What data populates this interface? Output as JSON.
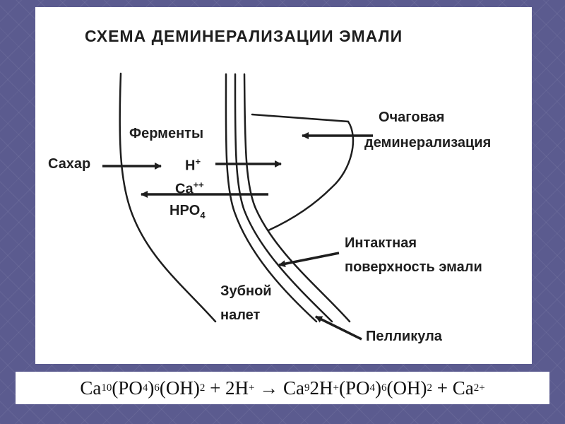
{
  "diagram": {
    "title": "СХЕМА ДЕМИНЕРАЛИЗАЦИИ ЭМАЛИ",
    "labels": {
      "sugar": "Сахар",
      "enzymes": "Ферменты",
      "h_ion": "H",
      "h_charge": "+",
      "ca_ion": "Ca",
      "ca_charge": "++",
      "hpo": "HPO",
      "hpo_sub": "4",
      "focal_line1": "Очаговая",
      "focal_line2": "деминерализация",
      "intact_line1": "Интактная",
      "intact_line2": "поверхность эмали",
      "plaque_line1": "Зубной",
      "plaque_line2": "налет",
      "pellicle": "Пелликула"
    },
    "colors": {
      "ink": "#1e1e1e",
      "background": "#5b5b8f",
      "panel": "#ffffff"
    }
  },
  "formula": {
    "lhs_ca": "Ca",
    "lhs_ca_sub": "10",
    "lhs_po": "(PO",
    "lhs_po_sub": "4",
    "lhs_po_close": ")",
    "lhs_po_mult": "6",
    "lhs_oh": "(OH)",
    "lhs_oh_sub": "2",
    "plus1": " + 2H",
    "h_charge": "+",
    "arrow": " → ",
    "rhs_ca": "Ca",
    "rhs_ca_sub": "9",
    "rhs_h": "2H",
    "rhs_h_charge": "+",
    "rhs_po": "(PO",
    "rhs_po_sub": "4",
    "rhs_po_close": ")",
    "rhs_po_mult": "6",
    "rhs_oh": "(OH)",
    "rhs_oh_sub": "2",
    "plus2": " + Ca",
    "ca_charge": "2+"
  }
}
